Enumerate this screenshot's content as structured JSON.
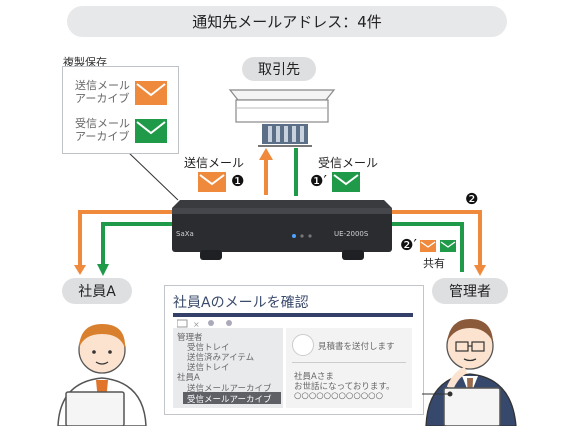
{
  "header": {
    "title": "通知先メールアドレス：4件"
  },
  "archive": {
    "caption": "複製保存",
    "sent_label": [
      "送信メール",
      "アーカイブ"
    ],
    "received_label": [
      "受信メール",
      "アーカイブ"
    ]
  },
  "partner": {
    "label": "取引先"
  },
  "flows": {
    "sent_label": "送信メール",
    "received_label": "受信メール",
    "share_label": "共有",
    "badge1": "❶",
    "badge1p": "❶′",
    "badge2": "❷",
    "badge2p": "❷′"
  },
  "device": {
    "brand": "SaXa",
    "model": "UE-2000S"
  },
  "employee": {
    "label": "社員A"
  },
  "admin": {
    "label": "管理者"
  },
  "dashboard": {
    "title": "社員Aのメールを確認",
    "tree": {
      "root1": "管理者",
      "items1": [
        "受信トレイ",
        "送信済みアイテム",
        "送信トレイ"
      ],
      "root2": "社員A",
      "items2": [
        "送信メールアーカイブ",
        "受信メールアーカイブ"
      ]
    },
    "preview": {
      "subject": "見積書を送付します",
      "greeting": "社員Aさま",
      "body": "お世話になっております。",
      "circles": "○○○○○○○○○○○○"
    }
  },
  "colors": {
    "orange": "#ef8a3c",
    "green": "#1e9a48",
    "navy": "#34406a"
  }
}
